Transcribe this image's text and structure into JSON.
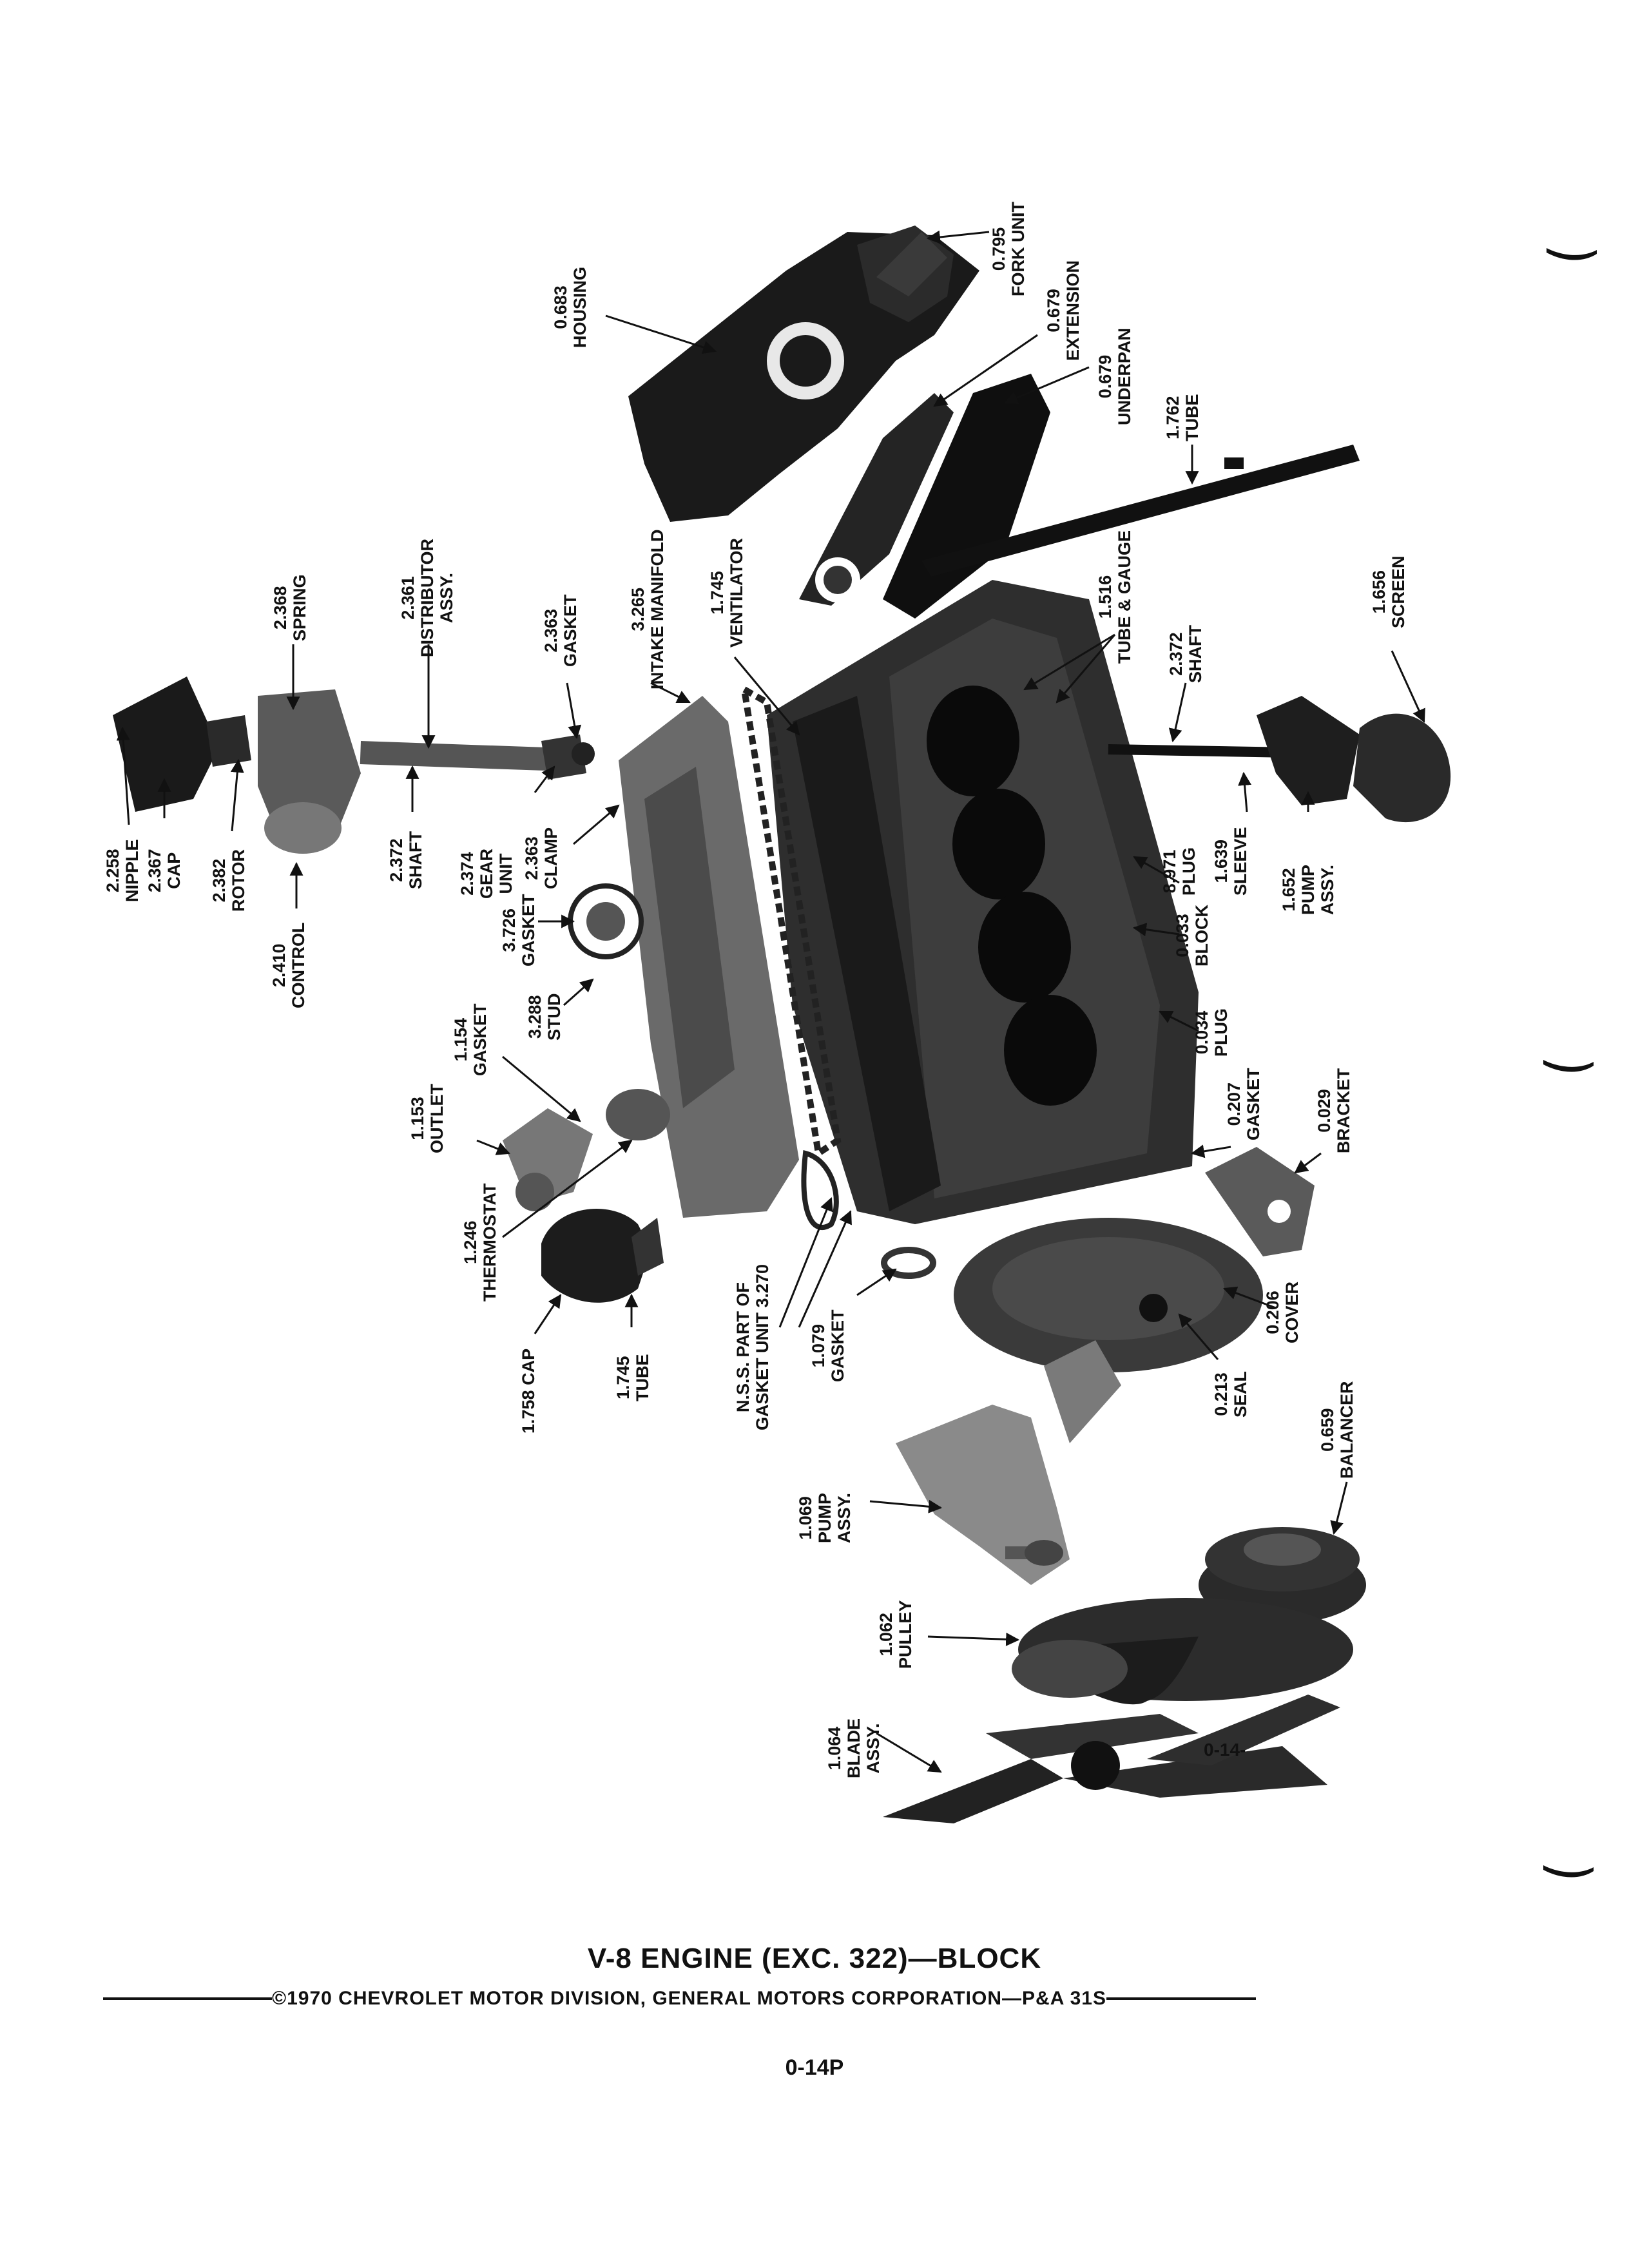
{
  "title": "V-8 ENGINE (EXC. 322)—BLOCK",
  "copyright": "©1970 CHEVROLET MOTOR DIVISION, GENERAL MOTORS CORPORATION—P&A 31S",
  "page_number": "0-14P",
  "figure_code": "0-14-",
  "labels": [
    {
      "id": "fork-unit",
      "number": "0.795",
      "name": "FORK UNIT"
    },
    {
      "id": "housing",
      "number": "0.683",
      "name": "HOUSING"
    },
    {
      "id": "extension",
      "number": "0.679",
      "name": "EXTENSION"
    },
    {
      "id": "underpan",
      "number": "0.679",
      "name": "UNDERPAN"
    },
    {
      "id": "tube-top",
      "number": "1.762",
      "name": "TUBE"
    },
    {
      "id": "spring",
      "number": "2.368",
      "name": "SPRING"
    },
    {
      "id": "distributor",
      "number": "2.361",
      "name": "DISTRIBUTOR ASSY."
    },
    {
      "id": "gasket-top",
      "number": "2.363",
      "name": "GASKET"
    },
    {
      "id": "intake-manifold",
      "number": "3.265",
      "name": "INTAKE MANIFOLD"
    },
    {
      "id": "ventilator",
      "number": "1.745",
      "name": "VENTILATOR"
    },
    {
      "id": "tube-gauge",
      "number": "1.516",
      "name": "TUBE & GAUGE"
    },
    {
      "id": "shaft-right",
      "number": "2.372",
      "name": "SHAFT"
    },
    {
      "id": "screen",
      "number": "1.656",
      "name": "SCREEN"
    },
    {
      "id": "nipple",
      "number": "2.258",
      "name": "NIPPLE"
    },
    {
      "id": "cap-dist",
      "number": "2.367",
      "name": "CAP"
    },
    {
      "id": "rotor",
      "number": "2.382",
      "name": "ROTOR"
    },
    {
      "id": "control",
      "number": "2.410",
      "name": "CONTROL"
    },
    {
      "id": "shaft-left",
      "number": "2.372",
      "name": "SHAFT"
    },
    {
      "id": "gear-unit",
      "number": "2.374",
      "name": "GEAR UNIT"
    },
    {
      "id": "clamp",
      "number": "2.363",
      "name": "CLAMP"
    },
    {
      "id": "gasket-mid",
      "number": "3.726",
      "name": "GASKET"
    },
    {
      "id": "stud",
      "number": "3.288",
      "name": "STUD"
    },
    {
      "id": "plug-1",
      "number": "8.971",
      "name": "PLUG"
    },
    {
      "id": "sleeve",
      "number": "1.639",
      "name": "SLEEVE"
    },
    {
      "id": "pump-right",
      "number": "1.652",
      "name": "PUMP ASSY."
    },
    {
      "id": "block",
      "number": "0.033",
      "name": "BLOCK"
    },
    {
      "id": "plug-2",
      "number": "0.034",
      "name": "PLUG"
    },
    {
      "id": "gasket-outlet",
      "number": "1.154",
      "name": "GASKET"
    },
    {
      "id": "outlet",
      "number": "1.153",
      "name": "OUTLET"
    },
    {
      "id": "thermostat",
      "number": "1.246",
      "name": "THERMOSTAT"
    },
    {
      "id": "gasket-207",
      "number": "0.207",
      "name": "GASKET"
    },
    {
      "id": "bracket",
      "number": "0.029",
      "name": "BRACKET"
    },
    {
      "id": "cap-bottom",
      "number": "1.758",
      "name": "CAP"
    },
    {
      "id": "tube-bottom",
      "number": "1.745",
      "name": "TUBE"
    },
    {
      "id": "nss",
      "number": "",
      "name": "N.S.S. PART OF GASKET UNIT 3.270"
    },
    {
      "id": "gasket-1079",
      "number": "1.079",
      "name": "GASKET"
    },
    {
      "id": "seal",
      "number": "0.213",
      "name": "SEAL"
    },
    {
      "id": "cover",
      "number": "0.206",
      "name": "COVER"
    },
    {
      "id": "balancer",
      "number": "0.659",
      "name": "BALANCER"
    },
    {
      "id": "pump-water",
      "number": "1.069",
      "name": "PUMP ASSY."
    },
    {
      "id": "pulley",
      "number": "1.062",
      "name": "PULLEY"
    },
    {
      "id": "blade",
      "number": "1.064",
      "name": "BLADE ASSY."
    }
  ]
}
